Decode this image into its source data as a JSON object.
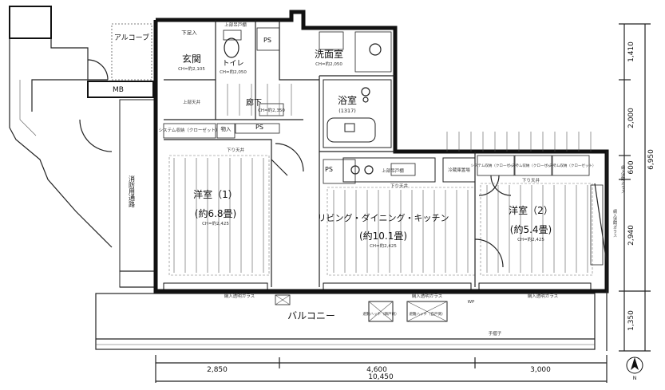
{
  "rooms": {
    "entrance": "玄関",
    "entrance_ch": "CH=約2,105",
    "toilet": "トイレ",
    "toilet_ch": "CH=約2,050",
    "washroom": "洗面室",
    "washroom_ch": "CH=約2,050",
    "bath": "浴室",
    "bath_size": "(1317)",
    "hall": "廊下",
    "hall_ch": "CH=約2,350",
    "western1": "洋室（1）",
    "western1_size": "(約6.8畳)",
    "western1_ch": "CH=約2,425",
    "ldk": "リビング・ダイニング・キッチン",
    "ldk_size": "(約10.1畳)",
    "ldk_ch": "CH=約2,425",
    "western2": "洋室（2）",
    "western2_size": "(約5.4畳)",
    "western2_ch": "CH=約2,425",
    "balcony": "バルコニー",
    "alcove": "アルコーブ",
    "mb": "MB",
    "ps1": "PS",
    "ps2": "PS",
    "ps3": "PS",
    "storage": "物入",
    "fire_path": "消防用通路"
  },
  "labels": {
    "shoes": "下足入",
    "upper_storage": "上部吊戸棚",
    "upper_ceiling": "上部天井",
    "system_closet1": "システム収納（クローゼット）",
    "system_closet2a": "システム収納（クローゼット）",
    "system_closet2b": "システム収納（クローゼット）",
    "system_closet2c": "システム収納（クローゼット）",
    "fridge": "冷蔵庫置場",
    "kitchen_upper": "上部吊戸棚",
    "lower_ceiling1": "下り天井",
    "lower_ceiling2": "下り天井",
    "lower_ceiling3": "下り天井",
    "wired_glass1": "網入透明ガラス",
    "wired_glass2": "網入透明ガラス",
    "wired_glass3": "網入透明ガラス",
    "hatch1": "避難ハッチ（隣戸側）",
    "hatch2": "避難ハッチ（自戸側）",
    "handrail": "手摺子",
    "wp": "WP",
    "side_glass": "網入透明ガラス",
    "door_label": "網入透明ガラス"
  },
  "dimensions": {
    "bottom": [
      "2,850",
      "4,600",
      "3,000"
    ],
    "total": "10,450",
    "right": [
      "1,410",
      "2,000",
      "600",
      "2,940",
      "1,350"
    ],
    "right_total": "6,950"
  },
  "compass": "N"
}
